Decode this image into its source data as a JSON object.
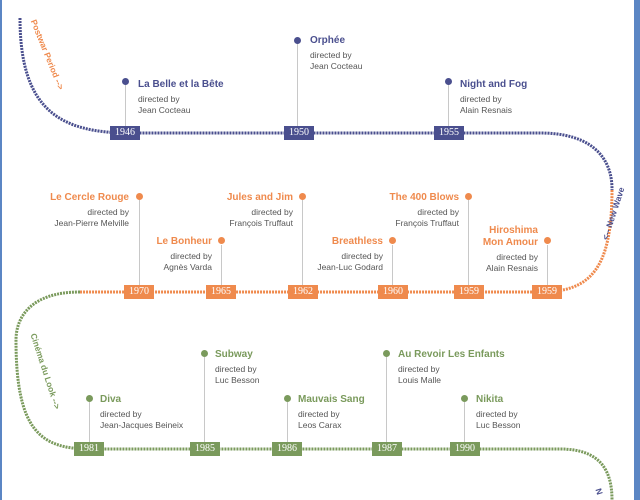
{
  "colors": {
    "blue": "#4a4f8e",
    "orange": "#ef8a4d",
    "green": "#7a9a5c"
  },
  "eras": {
    "postwar": "Postwar Period -->",
    "newwave": "<-- New Wave",
    "cinema": "Cinéma du Look -->",
    "next": "N"
  },
  "films": [
    {
      "title": "La Belle et la Bête",
      "director": "directed by\nJean Cocteau"
    },
    {
      "title": "Orphée",
      "director": "directed by\nJean Cocteau"
    },
    {
      "title": "Night and Fog",
      "director": "directed by\nAlain Resnais"
    },
    {
      "title": "Le Cercle Rouge",
      "director": "directed by\nJean-Pierre Melville"
    },
    {
      "title": "Le Bonheur",
      "director": "directed by\nAgnès Varda"
    },
    {
      "title": "Jules and Jim",
      "director": "directed by\nFrançois Truffaut"
    },
    {
      "title": "Breathless",
      "director": "directed by\nJean-Luc Godard"
    },
    {
      "title": "The 400 Blows",
      "director": "directed by\nFrançois Truffaut"
    },
    {
      "title": "Hiroshima\nMon Amour",
      "director": "directed by\nAlain Resnais"
    },
    {
      "title": "Diva",
      "director": "directed by\nJean-Jacques Beineix"
    },
    {
      "title": "Subway",
      "director": "directed by\nLuc Besson"
    },
    {
      "title": "Mauvais Sang",
      "director": "directed by\nLeos Carax"
    },
    {
      "title": "Au Revoir Les Enfants",
      "director": "directed by\nLouis Malle"
    },
    {
      "title": "Nikita",
      "director": "directed by\nLuc Besson"
    }
  ],
  "years": [
    "1946",
    "1950",
    "1955",
    "1970",
    "1965",
    "1962",
    "1960",
    "1959",
    "1959",
    "1981",
    "1985",
    "1986",
    "1987",
    "1990"
  ]
}
